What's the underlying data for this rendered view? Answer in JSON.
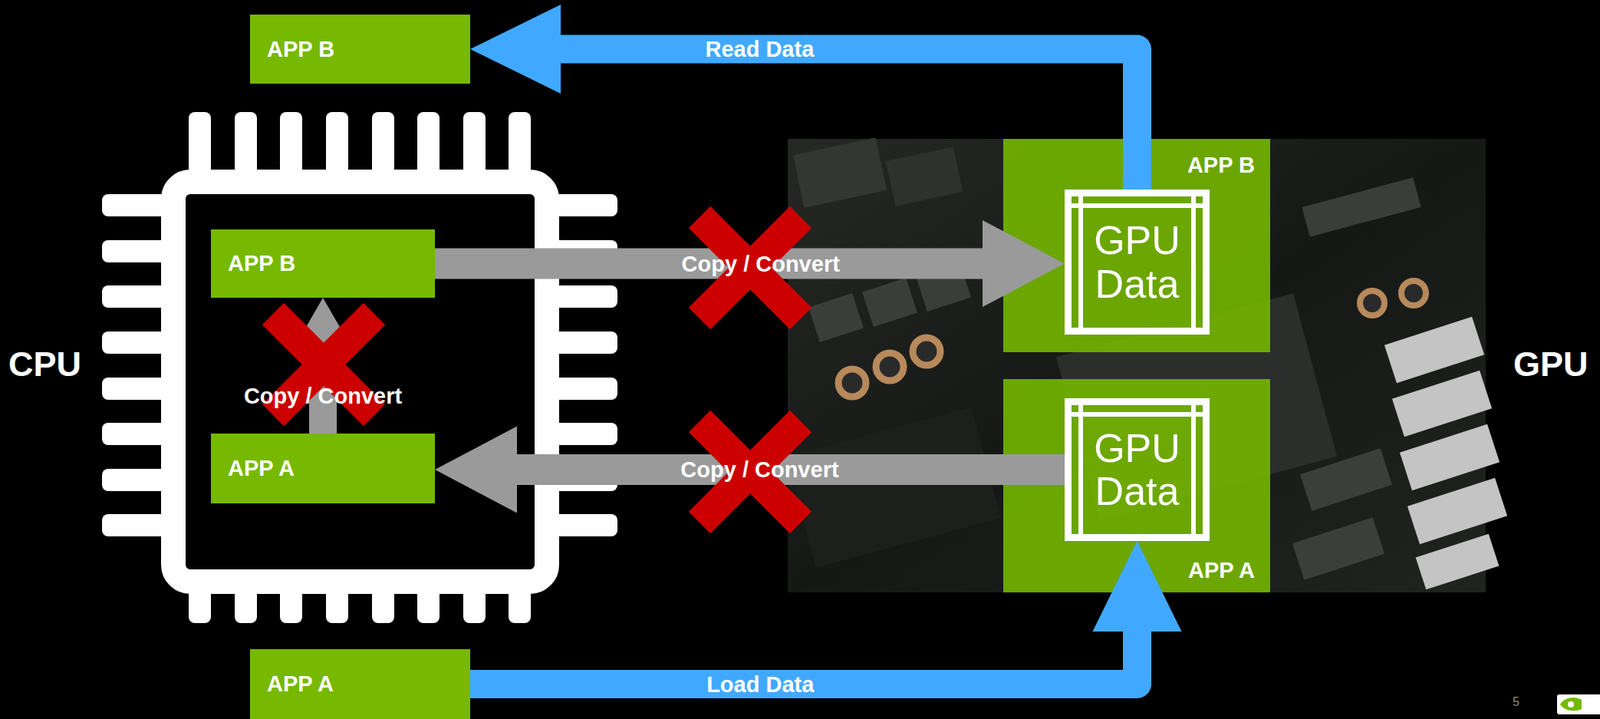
{
  "diagram": {
    "nodes": [
      {
        "text": [
          "APP B"
        ]
      },
      {
        "text": [
          "CPU"
        ]
      },
      {
        "text": [
          "APP B"
        ],
        "in": 1
      },
      {
        "text": [
          "APP A"
        ],
        "in": 1
      },
      {
        "text": [
          "GPU"
        ]
      },
      {
        "text": [
          "APP B"
        ],
        "in": 4
      },
      {
        "text": [
          "GPU Data"
        ],
        "in": 5
      },
      {
        "text": [
          "APP A"
        ],
        "in": 4
      },
      {
        "text": [
          "GPU Data"
        ],
        "in": 7
      },
      {
        "text": [
          "APP A"
        ]
      }
    ],
    "edges": [
      {
        "from": 6,
        "to": 0,
        "label": "Read Data",
        "arrow": "to"
      },
      {
        "from": 2,
        "to": 6,
        "label": "Copy / Convert",
        "arrow": "to"
      },
      {
        "from": 3,
        "to": 2,
        "label": "Copy / Convert",
        "arrow": "to"
      },
      {
        "from": 8,
        "to": 3,
        "label": "Copy / Convert",
        "arrow": "to"
      },
      {
        "from": 9,
        "to": 8,
        "label": "Load Data",
        "arrow": "to"
      }
    ],
    "labels": [
      "5"
    ]
  }
}
